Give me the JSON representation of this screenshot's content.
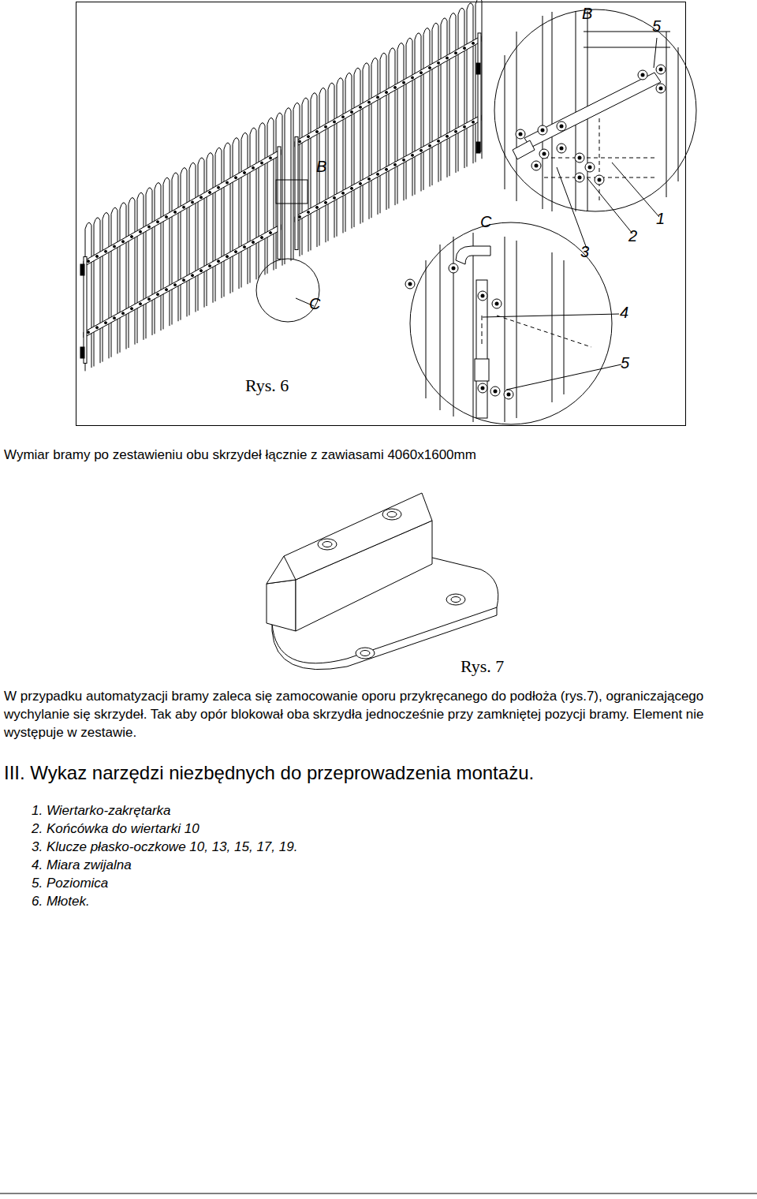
{
  "diagram": {
    "nodes": [
      {
        "text": [
          "Rys. 6"
        ]
      }
    ],
    "labels": [
      "B",
      "C",
      "B",
      "5",
      "1",
      "2",
      "3",
      "C",
      "4",
      "5",
      "Wymiar bramy po zestawieniu obu skrzydeł łącznie z zawiasami 4060x1600mm",
      "Rys. 7",
      "W przypadku automatyzacji bramy zaleca się zamocowanie oporu przykręcanego do podłoża (rys.7), ograniczającego wychylanie się skrzydeł. Tak aby opór blokował oba skrzydła jednocześnie przy zamkniętej pozycji bramy. Element nie występuje w zestawie.",
      "III. Wykaz narzędzi niezbędnych do przeprowadzenia montażu.",
      "1. Wiertarko-zakrętarka",
      "2. Końcówka do wiertarki 10",
      "3. Klucze płasko-oczkowe 10, 13, 15, 17, 19.",
      "4. Miara zwijalna",
      "5. Poziomica",
      "6. Młotek."
    ]
  }
}
